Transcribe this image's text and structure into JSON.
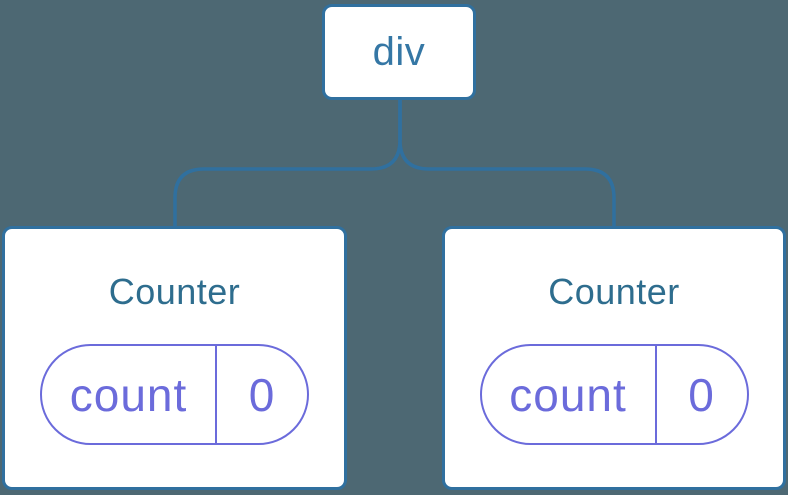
{
  "tree": {
    "root": {
      "label": "div"
    },
    "children": [
      {
        "title": "Counter",
        "state": {
          "key": "count",
          "value": "0"
        }
      },
      {
        "title": "Counter",
        "state": {
          "key": "count",
          "value": "0"
        }
      }
    ]
  },
  "colors": {
    "background": "#4d6873",
    "node_fill": "#ffffff",
    "node_border": "#30709f",
    "connector_line": "#30709f",
    "root_label": "#3577a5",
    "counter_title": "#2e6d8e",
    "state_accent": "#6b6bdb"
  }
}
